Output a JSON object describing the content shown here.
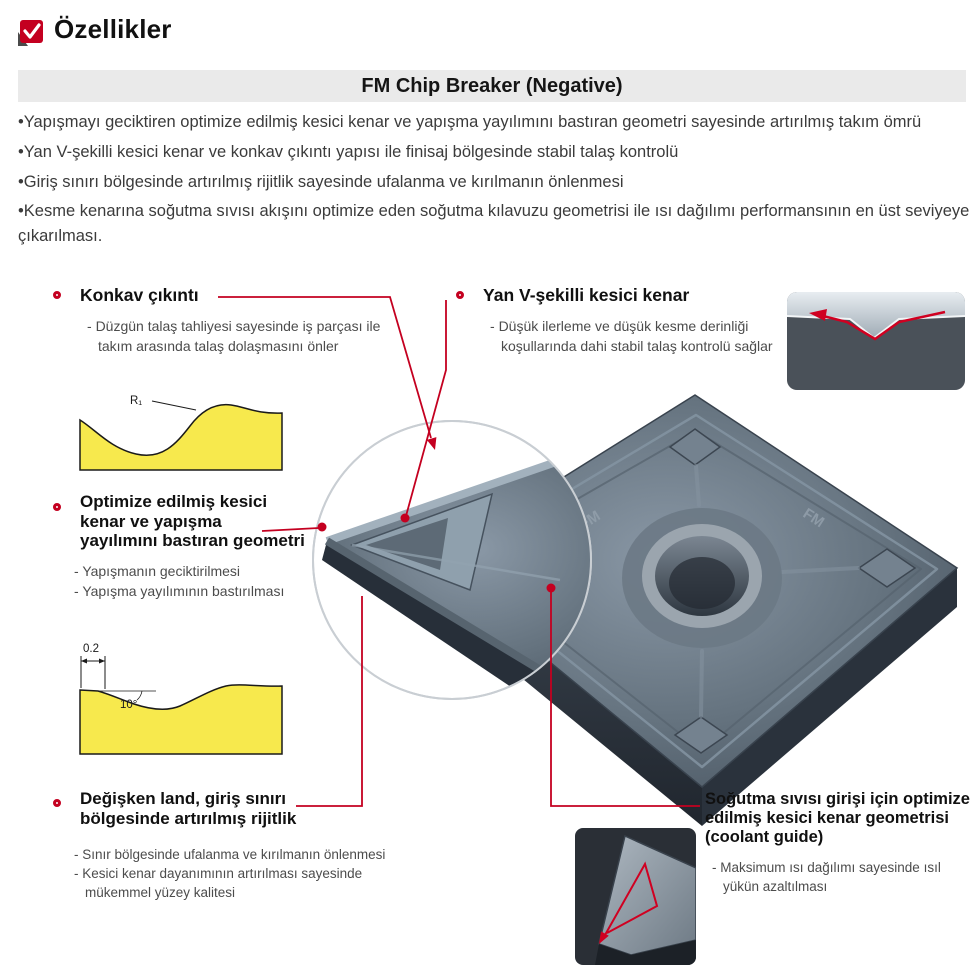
{
  "page": {
    "title": "Özellikler",
    "banner": "FM Chip Breaker (Negative)"
  },
  "intro": {
    "bullets": [
      "Yapışmayı geciktiren optimize edilmiş kesici kenar ve yapışma yayılımını bastıran geometri sayesinde artırılmış takım ömrü",
      "Yan V-şekilli kesici kenar ve konkav çıkıntı yapısı ile finisaj bölgesinde stabil talaş kontrolü",
      "Giriş sınırı bölgesinde artırılmış rijitlik sayesinde ufalanma ve kırılmanın önlenmesi",
      "Kesme kenarına soğutma sıvısı akışını optimize eden soğutma kılavuzu geometrisi ile ısı dağılımı performansının en üst seviyeye çıkarılması."
    ]
  },
  "callouts": {
    "concave": {
      "title": "Konkav çıkıntı",
      "bullets": [
        "Düzgün talaş tahliyesi sayesinde iş parçası ile takım arasında talaş dolaşmasını önler"
      ]
    },
    "side_v": {
      "title": "Yan V-şekilli kesici kenar",
      "bullets": [
        "Düşük ilerleme ve düşük kesme derinliği koşullarında dahi stabil talaş kontrolü sağlar"
      ]
    },
    "optimized_edge": {
      "title_lines": [
        "Optimize edilmiş kesici",
        "kenar ve yapışma",
        "yayılımını bastıran geometri"
      ],
      "bullets": [
        "Yapışmanın geciktirilmesi",
        "Yapışma yayılımının bastırılması"
      ]
    },
    "variable_land": {
      "title_lines": [
        "Değişken land, giriş sınırı",
        "bölgesinde artırılmış rijitlik"
      ],
      "bullets": [
        "Sınır bölgesinde ufalanma ve kırılmanın önlenmesi",
        "Kesici kenar dayanımının artırılması sayesinde mükemmel yüzey kalitesi"
      ]
    },
    "coolant": {
      "title_lines": [
        "Soğutma sıvısı girişi için optimize",
        "edilmiş kesici kenar geometrisi",
        "(coolant guide)"
      ],
      "bullets": [
        "Maksimum ısı dağılımı sayesinde ısıl yükün azaltılması"
      ]
    }
  },
  "diagrams": {
    "profile_top": {
      "labels": {
        "radius": "R₁"
      }
    },
    "profile_bottom": {
      "labels": {
        "land_width": "0.2",
        "angle": "10°"
      }
    }
  },
  "colors": {
    "accent_red": "#c40020",
    "banner_bg": "#eaeaea",
    "diagram_yellow": "#f7e94d",
    "insert_face": "#65737f",
    "insert_side": "#2a323c"
  }
}
